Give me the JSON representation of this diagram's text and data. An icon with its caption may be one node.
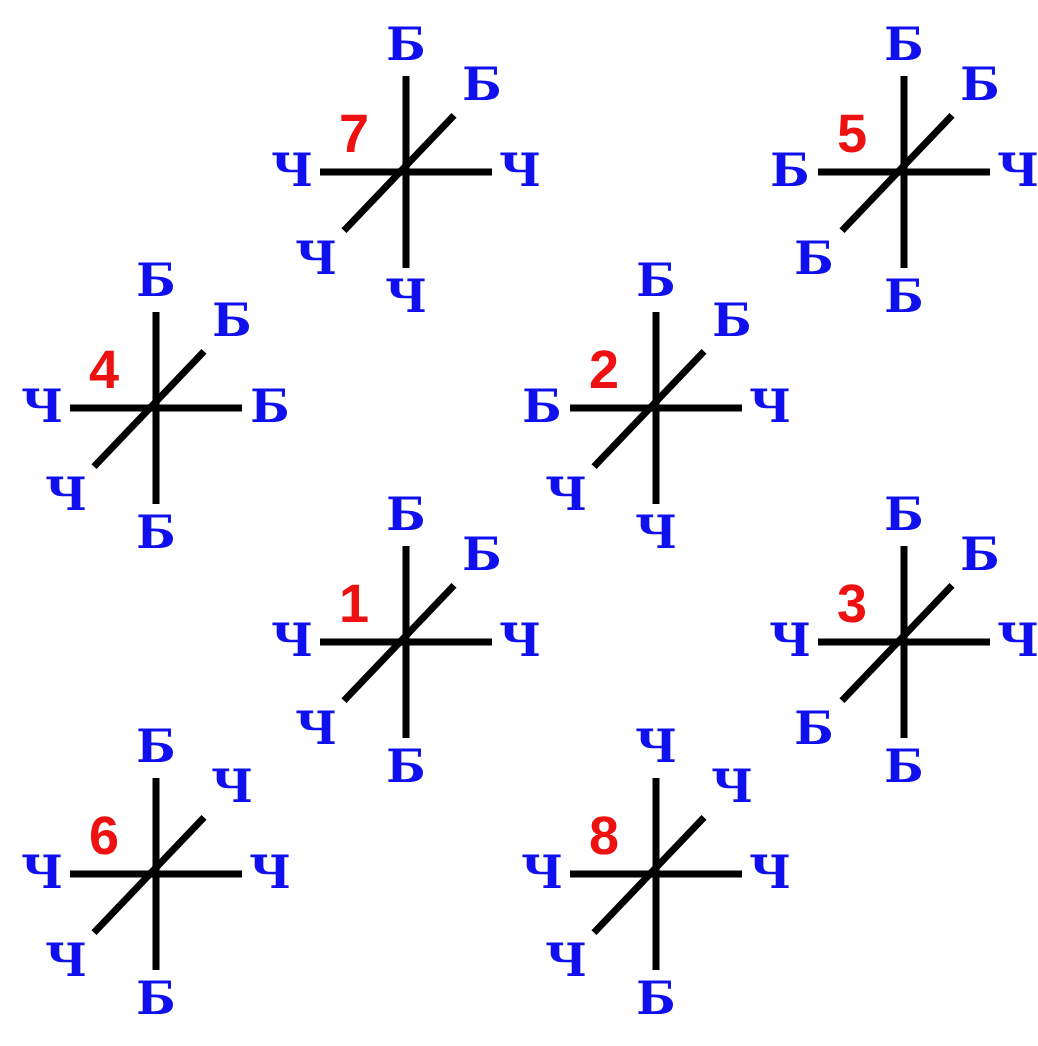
{
  "diagram": {
    "nodes": [
      {
        "text": [
          "Б"
        ]
      },
      {
        "text": [
          "Б"
        ]
      },
      {
        "text": [
          "Ч"
        ]
      },
      {
        "text": [
          "Ч"
        ]
      },
      {
        "text": [
          "Ч"
        ]
      },
      {
        "text": [
          "Ч"
        ]
      },
      {
        "text": [
          "Б"
        ]
      },
      {
        "text": [
          "Б"
        ]
      },
      {
        "text": [
          "Б"
        ]
      },
      {
        "text": [
          "Ч"
        ]
      },
      {
        "text": [
          "Б"
        ]
      },
      {
        "text": [
          "Б"
        ]
      },
      {
        "text": [
          "Б"
        ]
      },
      {
        "text": [
          "Б"
        ]
      },
      {
        "text": [
          "Ч"
        ]
      },
      {
        "text": [
          "Б"
        ]
      },
      {
        "text": [
          "Ч"
        ]
      },
      {
        "text": [
          "Б"
        ]
      },
      {
        "text": [
          "Б"
        ]
      },
      {
        "text": [
          "Б"
        ]
      },
      {
        "text": [
          "Б"
        ]
      },
      {
        "text": [
          "Ч"
        ]
      },
      {
        "text": [
          "Ч"
        ]
      },
      {
        "text": [
          "Ч"
        ]
      },
      {
        "text": [
          "Б"
        ]
      },
      {
        "text": [
          "Б"
        ]
      },
      {
        "text": [
          "Ч"
        ]
      },
      {
        "text": [
          "Ч"
        ]
      },
      {
        "text": [
          "Ч"
        ]
      },
      {
        "text": [
          "Б"
        ]
      },
      {
        "text": [
          "Б"
        ]
      },
      {
        "text": [
          "Б"
        ]
      },
      {
        "text": [
          "Ч"
        ]
      },
      {
        "text": [
          "Ч"
        ]
      },
      {
        "text": [
          "Б"
        ]
      },
      {
        "text": [
          "Б"
        ]
      },
      {
        "text": [
          "Б"
        ]
      },
      {
        "text": [
          "Ч"
        ]
      },
      {
        "text": [
          "Ч"
        ]
      },
      {
        "text": [
          "Ч"
        ]
      },
      {
        "text": [
          "Ч"
        ]
      },
      {
        "text": [
          "Б"
        ]
      },
      {
        "text": [
          "Ч"
        ]
      },
      {
        "text": [
          "Ч"
        ]
      },
      {
        "text": [
          "Ч"
        ]
      },
      {
        "text": [
          "Ч"
        ]
      },
      {
        "text": [
          "Ч"
        ]
      },
      {
        "text": [
          "Б"
        ]
      }
    ],
    "edges": [
      {
        "from": 0,
        "to": 5,
        "arrow": "none"
      },
      {
        "from": 2,
        "to": 3,
        "arrow": "none"
      },
      {
        "from": 1,
        "to": 4,
        "arrow": "none"
      },
      {
        "from": 6,
        "to": 11,
        "arrow": "none"
      },
      {
        "from": 8,
        "to": 9,
        "arrow": "none"
      },
      {
        "from": 7,
        "to": 10,
        "arrow": "none"
      },
      {
        "from": 12,
        "to": 17,
        "arrow": "none"
      },
      {
        "from": 14,
        "to": 15,
        "arrow": "none"
      },
      {
        "from": 13,
        "to": 16,
        "arrow": "none"
      },
      {
        "from": 18,
        "to": 23,
        "arrow": "none"
      },
      {
        "from": 20,
        "to": 21,
        "arrow": "none"
      },
      {
        "from": 19,
        "to": 22,
        "arrow": "none"
      },
      {
        "from": 24,
        "to": 29,
        "arrow": "none"
      },
      {
        "from": 26,
        "to": 27,
        "arrow": "none"
      },
      {
        "from": 25,
        "to": 28,
        "arrow": "none"
      },
      {
        "from": 30,
        "to": 35,
        "arrow": "none"
      },
      {
        "from": 32,
        "to": 33,
        "arrow": "none"
      },
      {
        "from": 31,
        "to": 34,
        "arrow": "none"
      },
      {
        "from": 36,
        "to": 41,
        "arrow": "none"
      },
      {
        "from": 38,
        "to": 39,
        "arrow": "none"
      },
      {
        "from": 37,
        "to": 40,
        "arrow": "none"
      },
      {
        "from": 42,
        "to": 47,
        "arrow": "none"
      },
      {
        "from": 44,
        "to": 45,
        "arrow": "none"
      },
      {
        "from": 43,
        "to": 46,
        "arrow": "none"
      }
    ],
    "labels": [
      "7",
      "5",
      "4",
      "2",
      "1",
      "3",
      "6",
      "8"
    ]
  }
}
